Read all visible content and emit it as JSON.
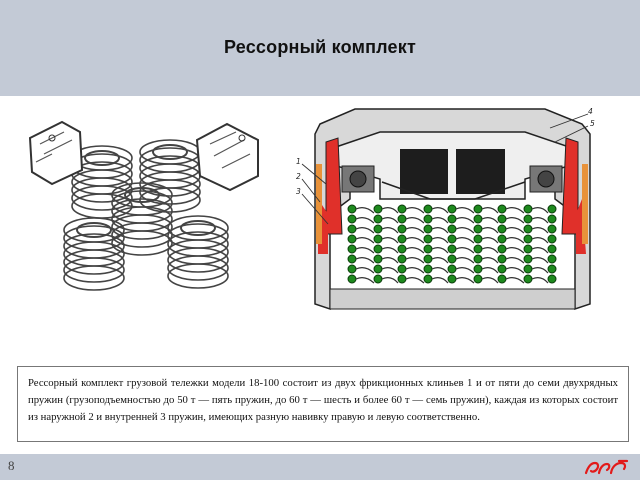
{
  "slide": {
    "title": "Рессорный комплект",
    "caption": "Рессорный комплект грузовой тележки модели 18-100 состоит из двух фрикционных клиньев 1 и от пяти до семи двухрядных пружин (грузоподъемностью до 50 т — пять пружин, до 60 т — шесть и более 60 т — семь пружин), каждая из которых состоит из наружной 2 и внутренней 3 пружин, имеющих разную навивку правую и левую соответственно.",
    "page_number": "8"
  },
  "diagram": {
    "callouts": [
      "1",
      "2",
      "3",
      "4",
      "5"
    ]
  },
  "colors": {
    "header_bg": "#c3cad6",
    "spring_green": "#1e8a1e",
    "wedge_red": "#e0302a",
    "spring_orange": "#e8923a",
    "logo_red": "#e21a1a"
  },
  "icons": {
    "logo": "rzd-logo-icon"
  }
}
